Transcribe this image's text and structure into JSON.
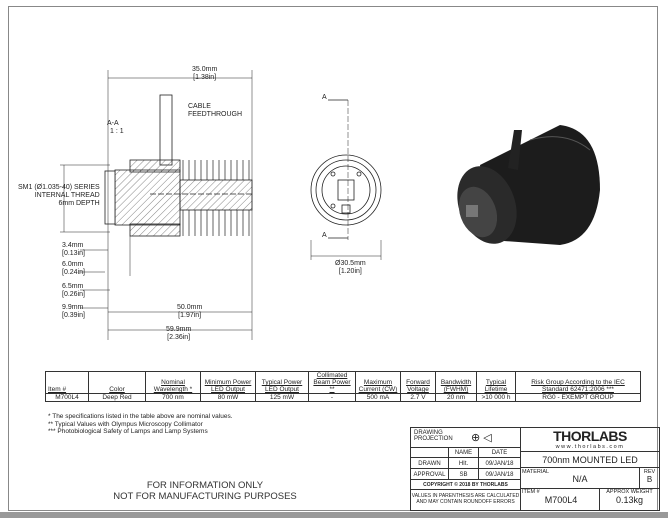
{
  "section": {
    "title": "A-A",
    "scale": "1 : 1",
    "cable_label": "CABLE\nFEEDTHROUGH",
    "thread_label": "SM1 (Ø1.035-40) SERIES\nINTERNAL THREAD\n6mm DEPTH",
    "dims": [
      {
        "mm": "35.0mm",
        "in": "[1.38in]"
      },
      {
        "mm": "3.4mm",
        "in": "[0.13in]"
      },
      {
        "mm": "6.0mm",
        "in": "[0.24in]"
      },
      {
        "mm": "6.5mm",
        "in": "[0.26in]"
      },
      {
        "mm": "9.9mm",
        "in": "[0.39in]"
      },
      {
        "mm": "50.0mm",
        "in": "[1.97in]"
      },
      {
        "mm": "59.9mm",
        "in": "[2.36in]"
      }
    ]
  },
  "front": {
    "section_mark": "A",
    "diameter_mm": "Ø30.5mm",
    "diameter_in": "[1.20in]"
  },
  "table": {
    "headers": [
      "Item #",
      "Color",
      "Nominal Wavelength *",
      "Minimum Power LED Output",
      "Typical Power LED Output",
      "Collimated Beam Power **",
      "Maximum Current (CW)",
      "Forward Voltage",
      "Bandwidth (FWHM)",
      "Typical Lifetime",
      "Risk Group According to the IEC Standard 62471:2006 ***"
    ],
    "row": [
      "M700L4",
      "Deep Red",
      "700 nm",
      "80 mW",
      "125 mW",
      "-",
      "500 mA",
      "2.7 V",
      "20 nm",
      ">10 000 h",
      "RG0 - EXEMPT GROUP"
    ]
  },
  "notes": [
    "* The specifications listed in the table above are nominal values.",
    "** Typical Values with Olympus Microscopy Collimator",
    "*** Photobiological Safety of Lamps and Lamp Systems"
  ],
  "disclaimer": [
    "FOR INFORMATION ONLY",
    "NOT FOR MANUFACTURING PURPOSES"
  ],
  "title_block": {
    "projection": "DRAWING\nPROJECTION",
    "name_h": "NAME",
    "date_h": "DATE",
    "drawn": "DRAWN",
    "drawn_name": "HIt.",
    "drawn_date": "09/JAN/18",
    "approval": "APPROVAL",
    "approval_name": "SB",
    "approval_date": "09/JAN/18",
    "copyright": "COPYRIGHT © 2018 BY THORLABS",
    "values_note": "VALUES IN PARENTHESIS ARE CALCULATED\nAND MAY CONTAIN ROUNDOFF ERRORS",
    "logo": "THORLABS",
    "website": "www.thorlabs.com",
    "title": "700nm MOUNTED LED",
    "material_label": "MATERIAL",
    "material": "N/A",
    "rev_label": "REV",
    "rev": "B",
    "item_label": "ITEM #",
    "item": "M700L4",
    "weight_label": "APPROX WEIGHT",
    "weight": "0.13kg"
  }
}
